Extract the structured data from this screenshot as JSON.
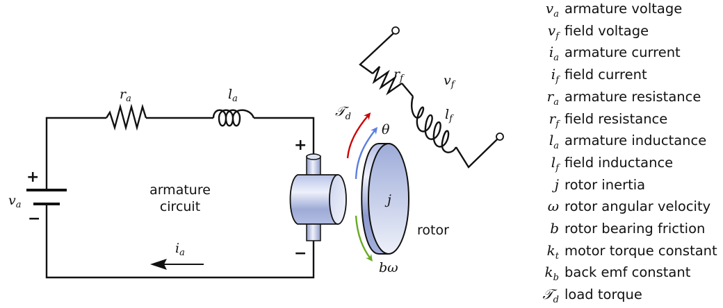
{
  "diagram": {
    "title": "DC motor armature circuit and rotor",
    "circuit": {
      "region_label_line1": "armature",
      "region_label_line2": "circuit",
      "battery": {
        "symbol": "v",
        "subscript": "a",
        "plus": "+",
        "minus": "−"
      },
      "resistor": {
        "symbol": "r",
        "subscript": "a"
      },
      "inductor": {
        "symbol": "l",
        "subscript": "a"
      },
      "current": {
        "symbol": "i",
        "subscript": "a",
        "direction": "left"
      },
      "motor_terminals": {
        "plus": "+",
        "minus": "−"
      }
    },
    "field_circuit": {
      "resistor": {
        "symbol": "r",
        "subscript": "f"
      },
      "inductor": {
        "symbol": "l",
        "subscript": "f"
      },
      "voltage": {
        "symbol": "v",
        "subscript": "f"
      }
    },
    "rotor": {
      "label": "rotor",
      "inertia_symbol": "j",
      "arrows": [
        {
          "name": "load-torque",
          "symbol": "𝒯",
          "subscript": "d",
          "color": "#cc0000",
          "direction": "up"
        },
        {
          "name": "angle",
          "symbol": "θ",
          "subscript": "",
          "color": "#5b7fe0",
          "direction": "up"
        },
        {
          "name": "friction",
          "symbol": "bω",
          "subscript": "",
          "color": "#66aa22",
          "direction": "down"
        }
      ]
    }
  },
  "legend": [
    {
      "symbol": "v",
      "subscript": "a",
      "description": "armature voltage"
    },
    {
      "symbol": "v",
      "subscript": "f",
      "description": "field voltage"
    },
    {
      "symbol": "i",
      "subscript": "a",
      "description": "armature current"
    },
    {
      "symbol": "i",
      "subscript": "f",
      "description": "field current"
    },
    {
      "symbol": "r",
      "subscript": "a",
      "description": "armature resistance"
    },
    {
      "symbol": "r",
      "subscript": "f",
      "description": "field resistance"
    },
    {
      "symbol": "l",
      "subscript": "a",
      "description": "armature inductance"
    },
    {
      "symbol": "l",
      "subscript": "f",
      "description": "field inductance"
    },
    {
      "symbol": "j",
      "subscript": "",
      "description": "rotor inertia"
    },
    {
      "symbol": "ω",
      "subscript": "",
      "description": "rotor angular velocity"
    },
    {
      "symbol": "b",
      "subscript": "",
      "description": "rotor bearing friction"
    },
    {
      "symbol": "k",
      "subscript": "t",
      "description": "motor torque constant"
    },
    {
      "symbol": "k",
      "subscript": "b",
      "description": "back emf constant"
    },
    {
      "symbol": "𝒯",
      "subscript": "d",
      "description": "load torque"
    }
  ],
  "colors": {
    "torque": "#cc0000",
    "theta": "#5b7fe0",
    "friction": "#66aa22",
    "metal": "#a9b5dc"
  }
}
